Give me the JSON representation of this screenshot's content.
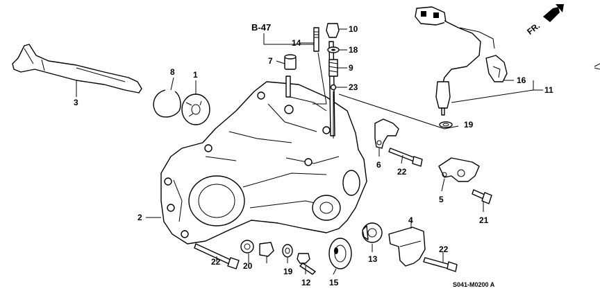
{
  "diagram": {
    "section_ref": "B-47",
    "direction_label": "FR.",
    "drawing_code": "S041-M0200 A",
    "callouts": {
      "c1": "1",
      "c2": "2",
      "c3": "3",
      "c4": "4",
      "c5": "5",
      "c6": "6",
      "c7": "7",
      "c8": "8",
      "c9": "9",
      "c10": "10",
      "c11": "11",
      "c12": "12",
      "c13": "13",
      "c14": "14",
      "c15": "15",
      "c16": "16",
      "c18": "18",
      "c19": "19",
      "c20": "20",
      "c21": "21",
      "c22a": "22",
      "c22b": "22",
      "c22c": "22",
      "c23": "23"
    }
  }
}
